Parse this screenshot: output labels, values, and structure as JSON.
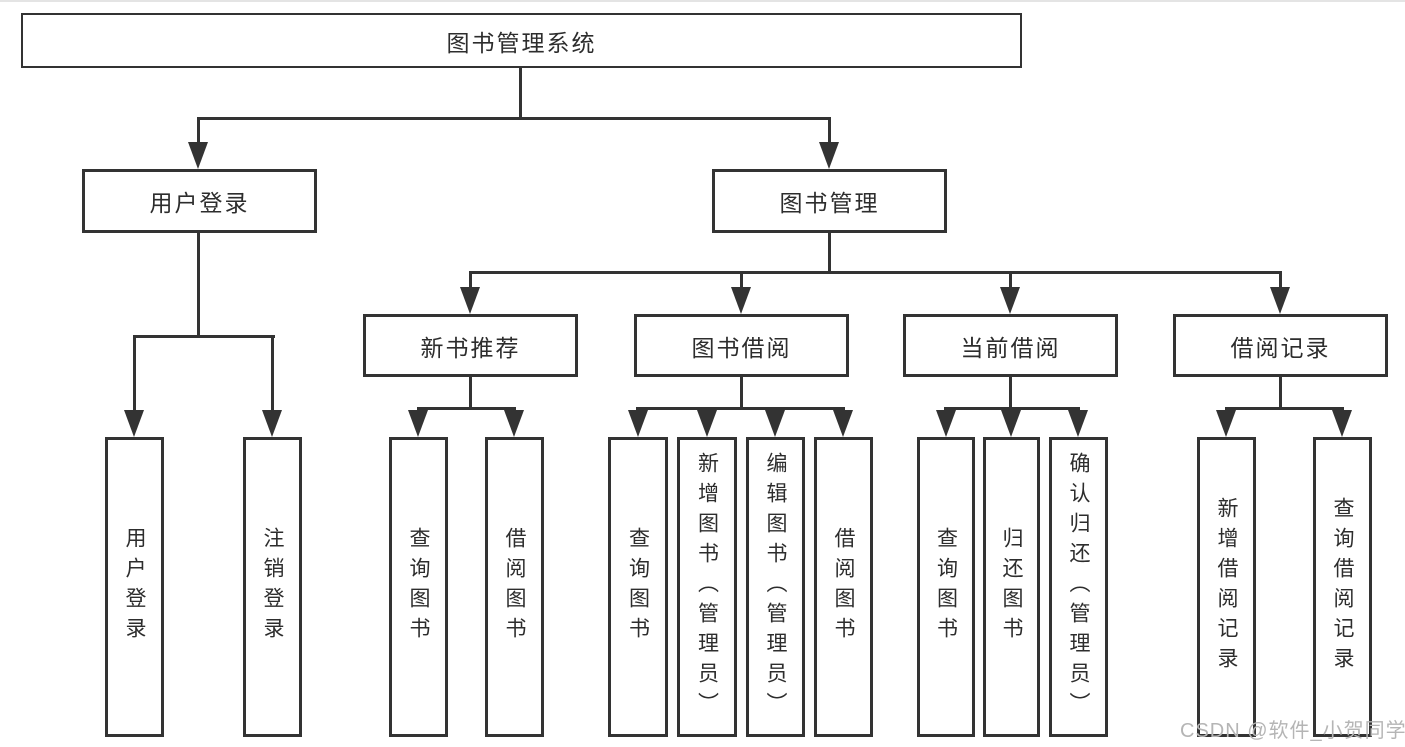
{
  "diagram": {
    "root": {
      "label": "图书管理系统"
    },
    "branches": [
      {
        "label": "用户登录",
        "children": [
          {
            "label": "用户登录"
          },
          {
            "label": "注销登录"
          }
        ]
      },
      {
        "label": "图书管理",
        "groups": [
          {
            "label": "新书推荐",
            "children": [
              {
                "label": "查询图书"
              },
              {
                "label": "借阅图书"
              }
            ]
          },
          {
            "label": "图书借阅",
            "children": [
              {
                "label": "查询图书"
              },
              {
                "label": "新增图书（管理员）"
              },
              {
                "label": "编辑图书（管理员）"
              },
              {
                "label": "借阅图书"
              }
            ]
          },
          {
            "label": "当前借阅",
            "children": [
              {
                "label": "查询图书"
              },
              {
                "label": "归还图书"
              },
              {
                "label": "确认归还（管理员）"
              }
            ]
          },
          {
            "label": "借阅记录",
            "children": [
              {
                "label": "新增借阅记录"
              },
              {
                "label": "查询借阅记录"
              }
            ]
          }
        ]
      }
    ],
    "watermark": "CSDN @软件_小贺同学",
    "colors": {
      "line": "#333333",
      "text": "#2d2d2d",
      "watermark": "#b5b5b5",
      "background": "#ffffff"
    }
  }
}
